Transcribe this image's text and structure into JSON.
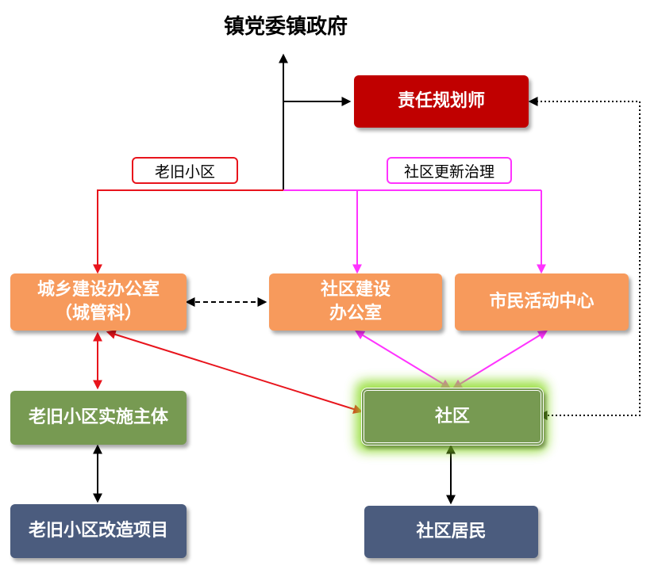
{
  "title": "镇党委镇政府",
  "nodes": {
    "planner": {
      "label": "责任规划师"
    },
    "urban_office": {
      "label": "城乡建设办公室\n（城管科）"
    },
    "community_office": {
      "label": "社区建设\n办公室"
    },
    "activity_center": {
      "label": "市民活动中心"
    },
    "old_area_body": {
      "label": "老旧小区实施主体"
    },
    "community": {
      "label": "社区"
    },
    "old_area_project": {
      "label": "老旧小区改造项目"
    },
    "residents": {
      "label": "社区居民"
    }
  },
  "tags": {
    "old_area": {
      "label": "老旧小区"
    },
    "renewal": {
      "label": "社区更新治理"
    }
  },
  "colors": {
    "red_box": "#C00000",
    "orange_box": "#F79A5C",
    "green_box": "#779A52",
    "navy_box": "#4B5C7E",
    "red_line": "#E8141C",
    "magenta_line": "#FF33FF",
    "black_line": "#000000",
    "glow": "#8EDC2C"
  }
}
